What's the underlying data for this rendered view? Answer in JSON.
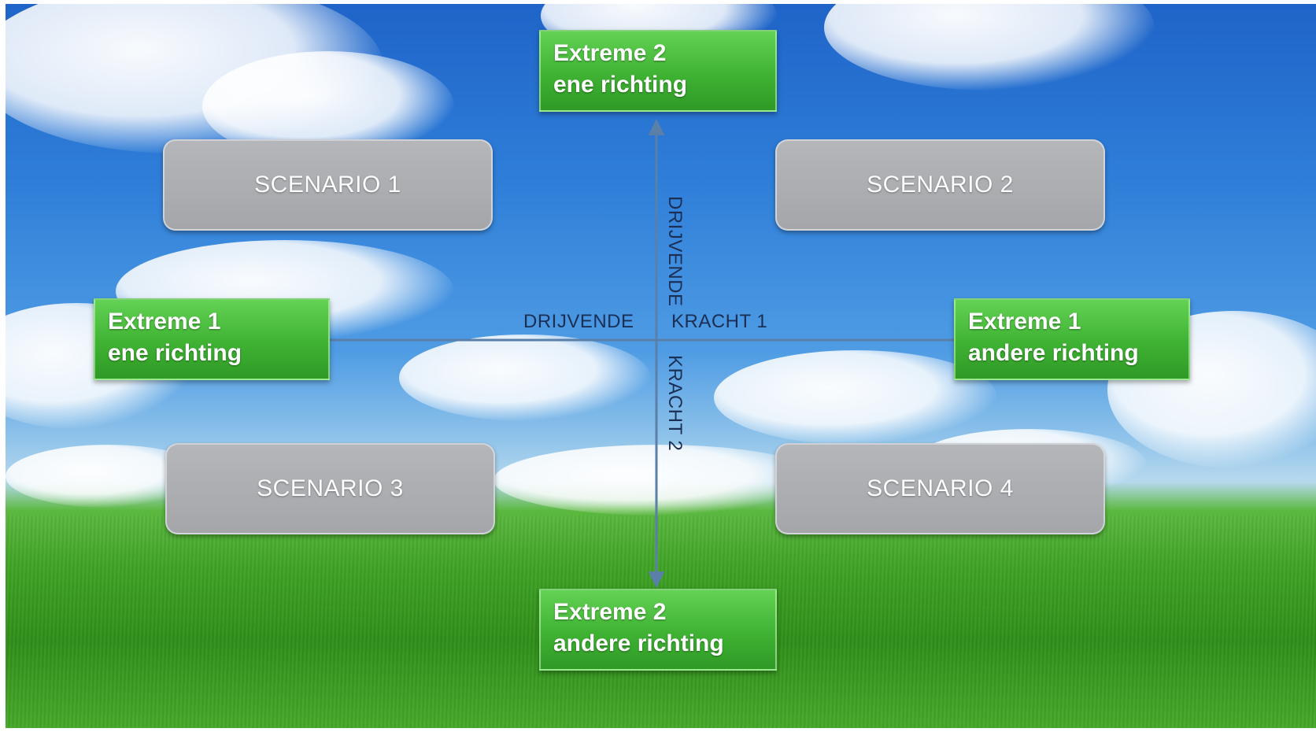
{
  "scenarios": [
    {
      "label": "SCENARIO 1"
    },
    {
      "label": "SCENARIO 2"
    },
    {
      "label": "SCENARIO 3"
    },
    {
      "label": "SCENARIO 4"
    }
  ],
  "extremes": {
    "top": {
      "line1": "Extreme 2",
      "line2": "ene richting"
    },
    "bottom": {
      "line1": "Extreme 2",
      "line2": "andere richting"
    },
    "left": {
      "line1": "Extreme 1",
      "line2": "ene richting"
    },
    "right": {
      "line1": "Extreme 1",
      "line2": "andere richting"
    }
  },
  "axes": {
    "horizontal": {
      "word1": "DRIJVENDE",
      "word2": "KRACHT 1"
    },
    "vertical": {
      "word1": "DRIJVENDE",
      "word2": "KRACHT 2"
    }
  },
  "colors": {
    "scenario_box": "#a9abaf",
    "extreme_box": "#3fb233",
    "axis_line": "#5a7fa8",
    "axis_text": "#1b2f55"
  }
}
